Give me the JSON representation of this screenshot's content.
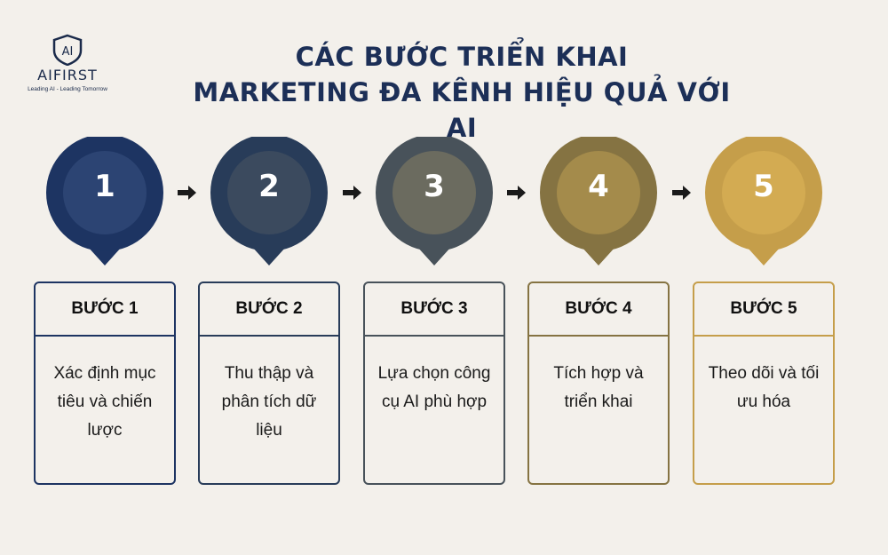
{
  "logo": {
    "mark": "AI",
    "name": "AIFIRST",
    "tagline": "Leading AI - Leading Tomorrow"
  },
  "title": {
    "line1": "CÁC BƯỚC TRIỂN KHAI",
    "line2": "MARKETING ĐA KÊNH HIỆU QUẢ VỚI AI"
  },
  "steps": [
    {
      "number": "1",
      "label": "BƯỚC 1",
      "text": "Xác định mục tiêu và chiến lược",
      "outer": "#1d3462",
      "inner": "#2c4473",
      "border": "#1d3462"
    },
    {
      "number": "2",
      "label": "BƯỚC 2",
      "text": "Thu thập và phân tích dữ liệu",
      "outer": "#283c59",
      "inner": "#3b4a5e",
      "border": "#283c59"
    },
    {
      "number": "3",
      "label": "BƯỚC 3",
      "text": "Lựa chọn công cụ AI phù hợp",
      "outer": "#48525a",
      "inner": "#6b6b5f",
      "border": "#48525a"
    },
    {
      "number": "4",
      "label": "BƯỚC 4",
      "text": "Tích hợp và triển khai",
      "outer": "#857342",
      "inner": "#a48b4b",
      "border": "#857342"
    },
    {
      "number": "5",
      "label": "BƯỚC 5",
      "text": "Theo dõi và tối ưu hóa",
      "outer": "#c59e4a",
      "inner": "#d3ab52",
      "border": "#c59e4a"
    }
  ]
}
